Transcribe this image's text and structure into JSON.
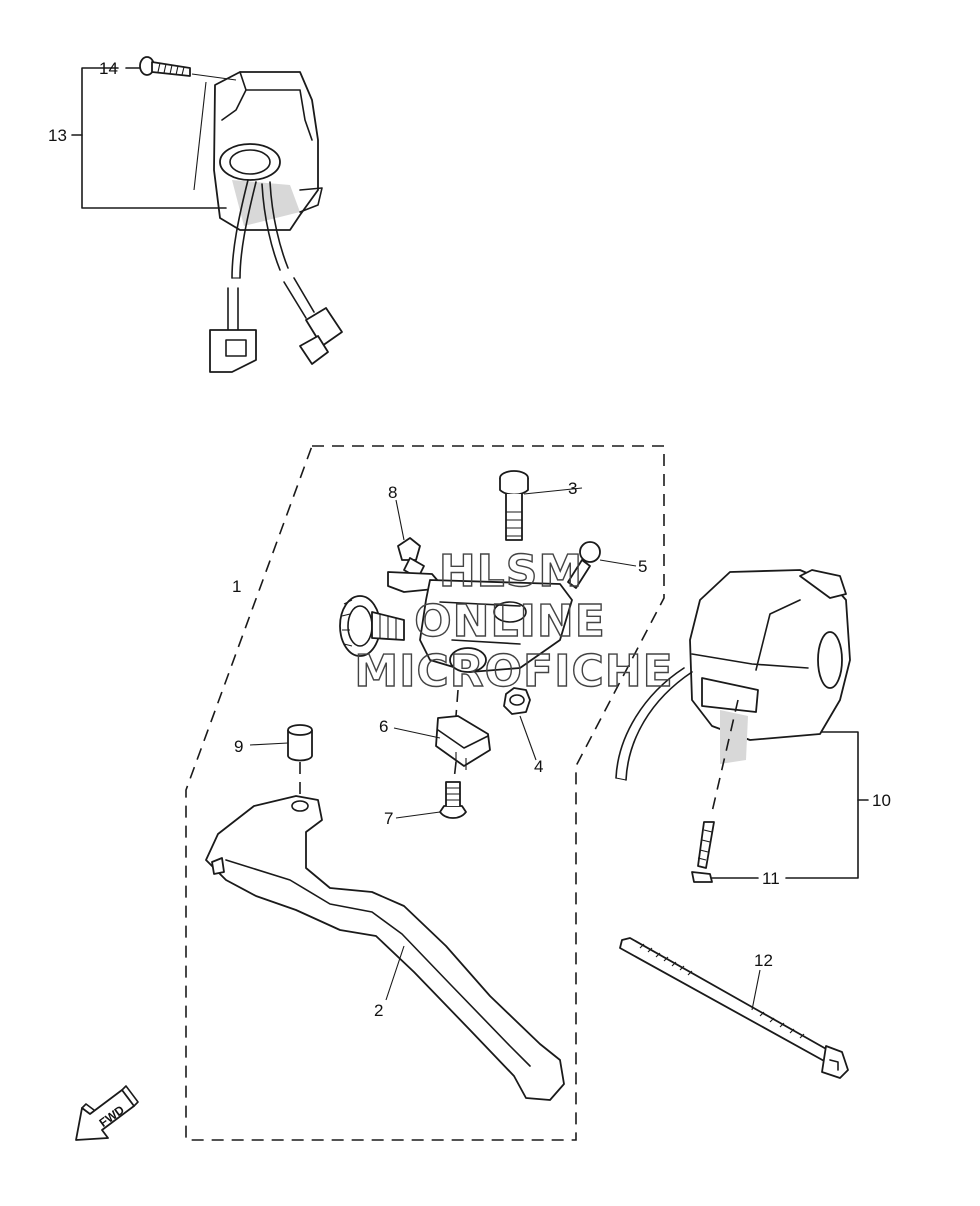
{
  "diagram": {
    "callouts": {
      "c1": "1",
      "c2": "2",
      "c3": "3",
      "c4": "4",
      "c5": "5",
      "c6": "6",
      "c7": "7",
      "c8": "8",
      "c9": "9",
      "c10": "10",
      "c11": "11",
      "c12": "12",
      "c13": "13",
      "c14": "14"
    },
    "watermark": {
      "line1": "HLSM",
      "line2": "ONLINE",
      "line3": "MICROFICHE"
    },
    "direction_label": "FWD"
  },
  "colors": {
    "line": "#1a1a1a",
    "background": "#ffffff",
    "watermark_stroke": "#444444"
  }
}
